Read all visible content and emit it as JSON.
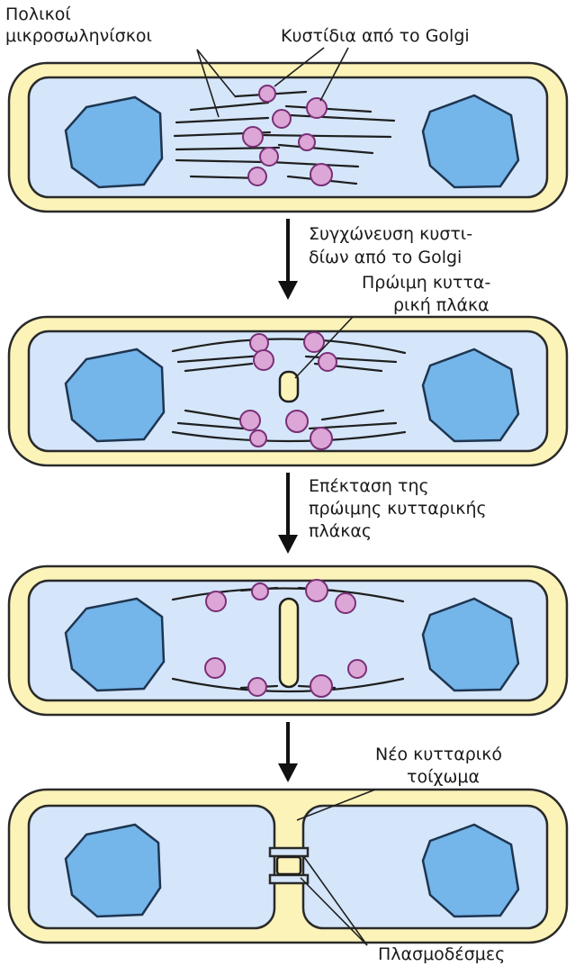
{
  "labels": {
    "polar_microtubules": [
      "Πολικοί",
      "μικροσωληνίσκοι"
    ],
    "golgi_vesicles": "Κυστίδια από το Golgi",
    "step1": [
      "Συγχώνευση κυστι-",
      "δίων από το Golgi"
    ],
    "early_cell_plate": [
      "Πρώιμη κυττα-",
      "ρική πλάκα"
    ],
    "step2": [
      "Επέκταση της",
      "πρώιμης κυτταρικής",
      "πλάκας"
    ],
    "new_cell_wall": [
      "Νέο κυτταρικό",
      "τοίχωμα"
    ],
    "plasmodesmata": "Πλασμοδέσμες"
  },
  "colors": {
    "cell_wall": "#fbf3b8",
    "cytoplasm": "#d5e6fa",
    "nucleus": "#74b5ea",
    "vesicle": "#dca6d6",
    "outline": "#2a2a2a"
  }
}
